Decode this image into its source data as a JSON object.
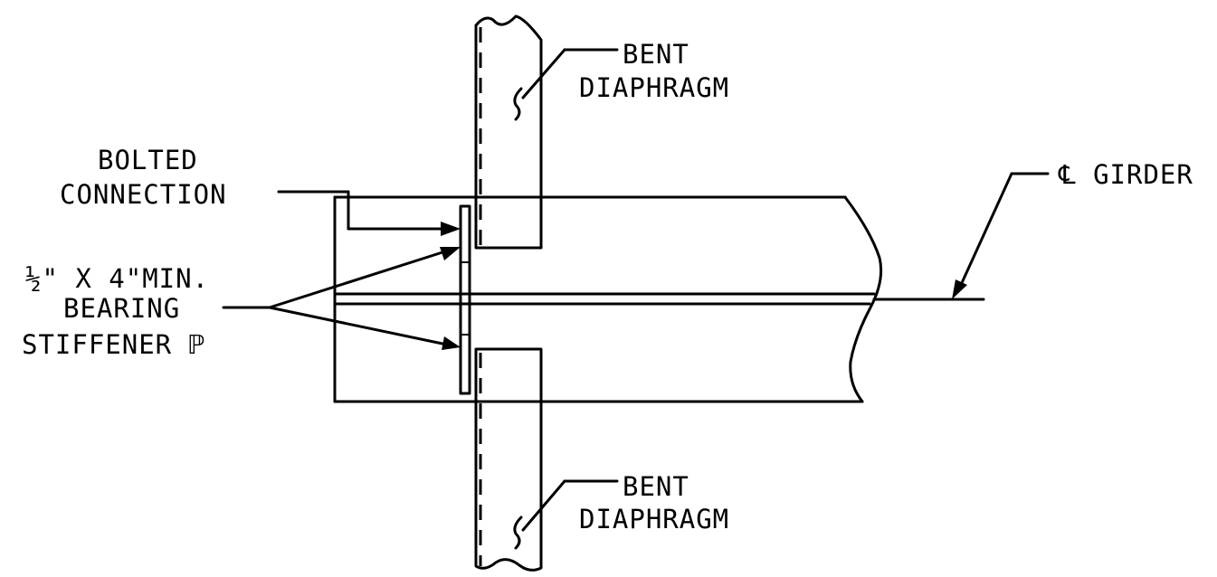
{
  "labels": {
    "bent_diaphragm_top": [
      "BENT",
      "DIAPHRAGM"
    ],
    "bent_diaphragm_bottom": [
      "BENT",
      "DIAPHRAGM"
    ],
    "bolted_connection": [
      "BOLTED",
      "CONNECTION"
    ],
    "bearing_stiffener": {
      "size_line": "½\" X 4\"MIN.",
      "line2": "BEARING",
      "line3": "STIFFENER ℙ"
    },
    "centerline_girder": "℄ GIRDER"
  }
}
